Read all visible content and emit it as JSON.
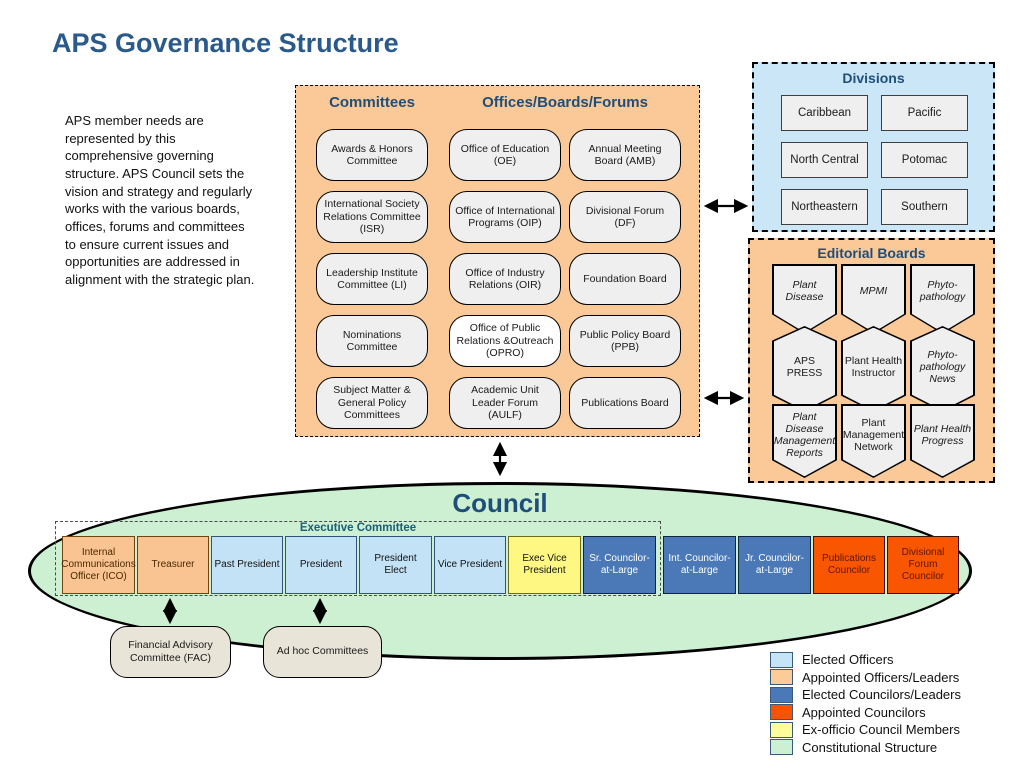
{
  "title": "APS Governance Structure",
  "intro": "APS member needs are represented by this comprehensive governing structure. APS Council sets the vision and strategy and regularly works with the various boards, offices, forums and committees to ensure current issues and opportunities are addressed in alignment with the strategic plan.",
  "main_box": {
    "committees_header": "Committees",
    "offices_header": "Offices/Boards/Forums",
    "committees": [
      "Awards & Honors Committee",
      "International Society Relations Committee (ISR)",
      "Leadership Institute Committee (LI)",
      "Nominations Committee",
      "Subject Matter & General Policy Committees"
    ],
    "offices": [
      "Office of Education (OE)",
      "Office of International Programs (OIP)",
      "Office of Industry Relations (OIR)",
      "Office of Public Relations &Outreach (OPRO)",
      "Academic Unit Leader Forum (AULF)"
    ],
    "boards": [
      "Annual Meeting Board (AMB)",
      "Divisional Forum (DF)",
      "Foundation Board",
      "Public Policy Board (PPB)",
      "Publications Board"
    ]
  },
  "divisions": {
    "header": "Divisions",
    "items": [
      "Caribbean",
      "Pacific",
      "North Central",
      "Potomac",
      "Northeastern",
      "Southern"
    ]
  },
  "editorial_boards": {
    "header": "Editorial Boards",
    "items": [
      "Plant Disease",
      "MPMI",
      "Phyto-pathology",
      "APS PRESS",
      "Plant Health Instructor",
      "Phyto-pathology News",
      "Plant Disease Management Reports",
      "Plant Management Network",
      "Plant Health Progress"
    ]
  },
  "council": {
    "title": "Council",
    "exec_committee_label": "Executive Committee",
    "members": [
      "Internal Communications Officer (ICO)",
      "Treasurer",
      "Past President",
      "President",
      "President Elect",
      "Vice President",
      "Exec Vice President",
      "Sr. Councilor-at-Large",
      "Int. Councilor-at-Large",
      "Jr. Councilor-at-Large",
      "Publications Councilor",
      "Divisional Forum Councilor"
    ]
  },
  "support_committees": {
    "fac": "Financial Advisory Committee (FAC)",
    "adhoc": "Ad hoc Committees"
  },
  "legend": {
    "items": [
      {
        "label": "Elected Officers",
        "color": "#C5E4F5"
      },
      {
        "label": "Appointed Officers/Leaders",
        "color": "#FBCB98"
      },
      {
        "label": "Elected Councilors/Leaders",
        "color": "#4A79B8"
      },
      {
        "label": "Appointed Councilors",
        "color": "#F95300"
      },
      {
        "label": "Ex-officio Council Members",
        "color": "#FFFC99"
      },
      {
        "label": "Constitutional Structure",
        "color": "#CDEFD2"
      }
    ]
  },
  "palette": {
    "elected": "#C3E2F6",
    "appointed": "#FAC492",
    "councilor": "#4B79B7",
    "appointed_councilor": "#F95602",
    "exofficio": "#FEF781",
    "constitutional": "#CDEFD2"
  },
  "colors": {
    "heading": "#1F4E79",
    "panel_orange": "#FAC997",
    "divisions_blue": "#CBE6F7",
    "council_green": "#CDEFD2"
  }
}
